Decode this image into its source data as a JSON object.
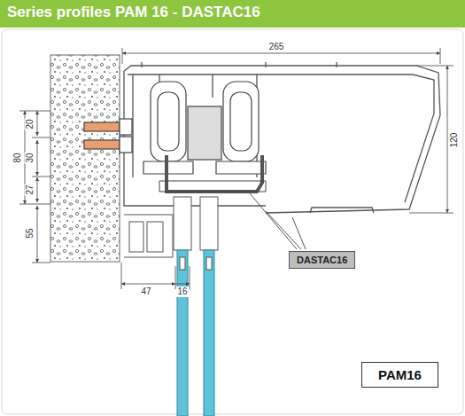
{
  "diagram": {
    "title": "Series profiles PAM 16 - DASTAC16",
    "nodes": [
      {
        "text": [
          "DASTAC16"
        ]
      },
      {
        "text": [
          "PAM16"
        ]
      }
    ],
    "labels": [
      "265",
      "120",
      "80",
      "20",
      "30",
      "27",
      "55",
      "47",
      "16"
    ]
  }
}
